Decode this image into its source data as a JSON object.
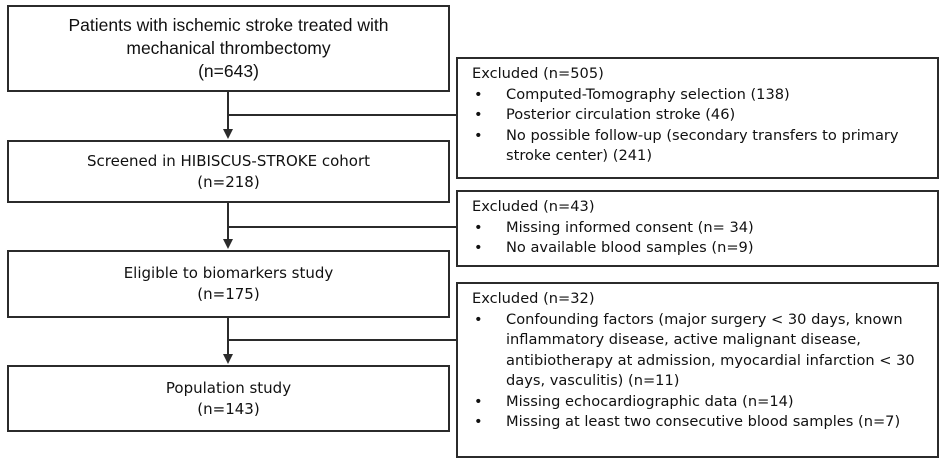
{
  "flow": {
    "steps": [
      {
        "lines": [
          "Patients with ischemic stroke treated with",
          "mechanical thrombectomy",
          "(n=643)"
        ]
      },
      {
        "lines": [
          "Screened in HIBISCUS-STROKE cohort",
          "(n=218)"
        ]
      },
      {
        "lines": [
          "Eligible to biomarkers study",
          "(n=175)"
        ]
      },
      {
        "lines": [
          "Population study",
          "(n=143)"
        ]
      }
    ],
    "exclusions": [
      {
        "title": "Excluded (n=505)",
        "items": [
          "Computed-Tomography  selection (138)",
          "Posterior circulation stroke (46)",
          "No possible follow-up (secondary transfers to primary stroke center) (241)"
        ]
      },
      {
        "title": "Excluded (n=43)",
        "items": [
          "Missing informed consent (n= 34)",
          "No available blood samples (n=9)"
        ]
      },
      {
        "title": "Excluded (n=32)",
        "items": [
          "Confounding factors (major surgery < 30 days, known inflammatory disease, active malignant disease, antibiotherapy at admission, myocardial infarction < 30  days, vasculitis) (n=11)",
          "Missing echocardiographic data (n=14)",
          "Missing at least two consecutive blood samples (n=7)"
        ]
      }
    ]
  }
}
